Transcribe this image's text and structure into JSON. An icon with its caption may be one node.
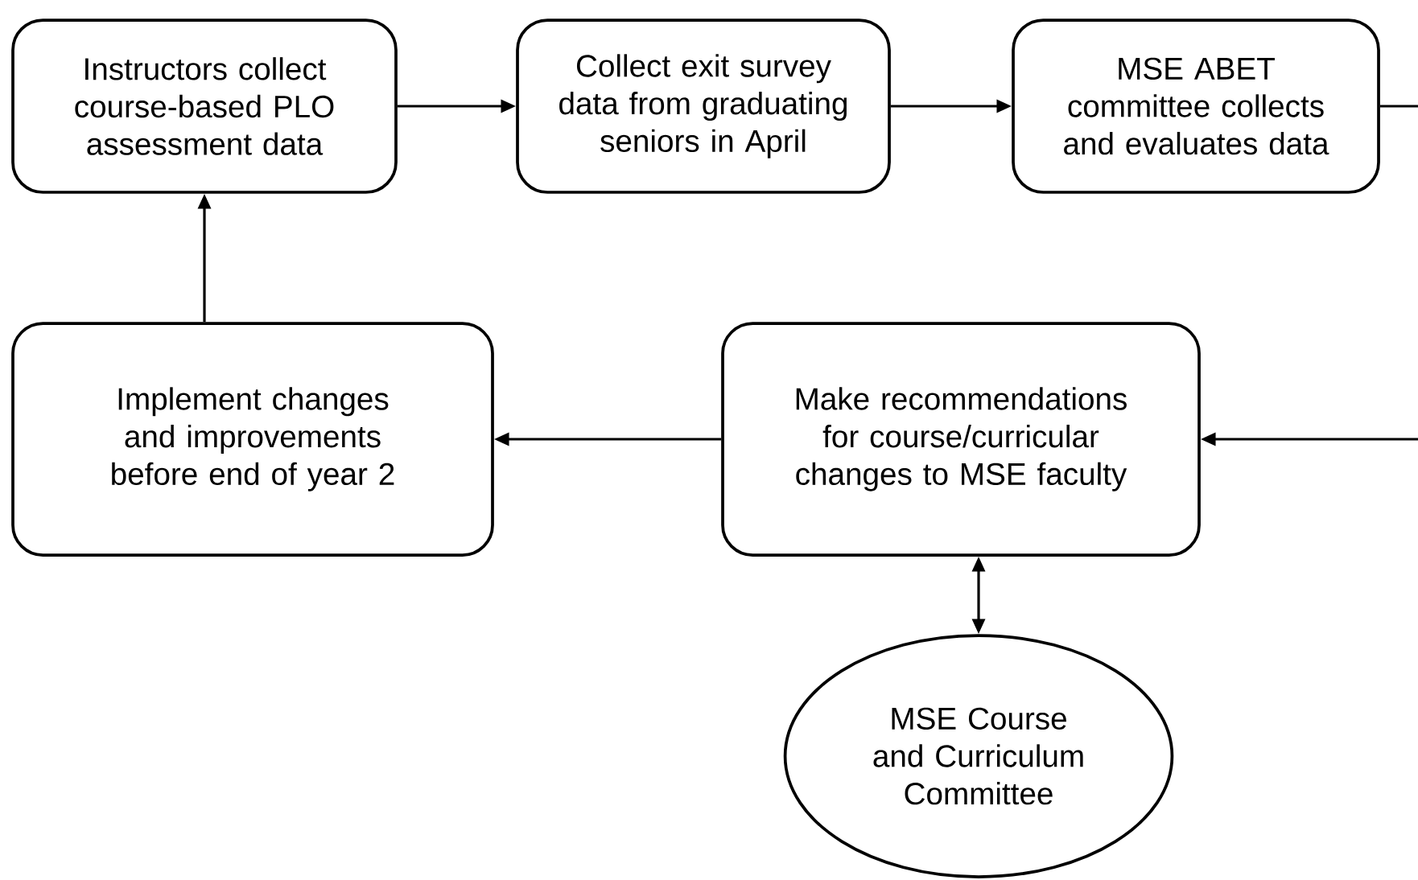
{
  "diagram": {
    "nodes": [
      {
        "text": [
          "Instructors collect course-based PLO assessment data"
        ]
      },
      {
        "text": [
          "Collect exit survey data from graduating seniors in April"
        ]
      },
      {
        "text": [
          "MSE ABET committee collects and evaluates data"
        ]
      },
      {
        "text": [
          "Make recommendations for course/curricular changes to MSE faculty"
        ]
      },
      {
        "text": [
          "Implement changes and improvements before end of year 2"
        ]
      },
      {
        "text": [
          "MSE Course and Curriculum Committee"
        ]
      }
    ],
    "edges": [
      {
        "from": 0,
        "to": 1,
        "arrow": "to"
      },
      {
        "from": 1,
        "to": 2,
        "arrow": "to"
      },
      {
        "from": 2,
        "to": 3,
        "arrow": "to"
      },
      {
        "from": 3,
        "to": 4,
        "arrow": "to"
      },
      {
        "from": 4,
        "to": 0,
        "arrow": "to"
      },
      {
        "from": 3,
        "to": 5,
        "arrow": "both"
      }
    ]
  }
}
